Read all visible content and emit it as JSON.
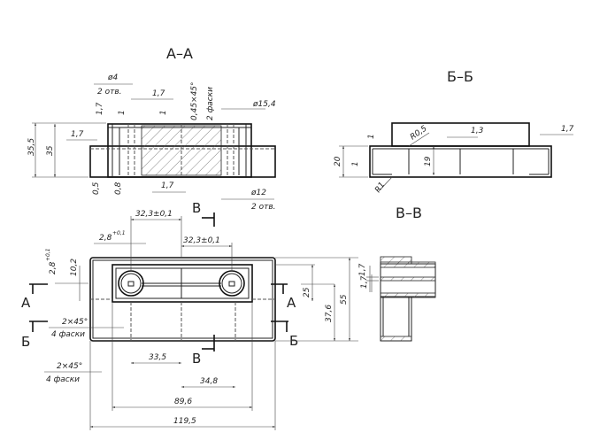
{
  "views": {
    "aa": {
      "title": "А–А",
      "dims": {
        "d4": "ø4",
        "holes1": "2 отв.",
        "w17a": "1,7",
        "chamfer": "0,45×45°",
        "chamfer_count": "2 фаски",
        "d154": "ø15,4",
        "h17": "1,7",
        "t1a": "1",
        "t1b": "1",
        "w17b": "1,7",
        "h355": "35,5",
        "h35": "35",
        "t05": "0,5",
        "t08": "0,8",
        "w17c": "1,7",
        "d12": "ø12",
        "holes2": "2 отв."
      }
    },
    "bb": {
      "title": "Б–Б",
      "dims": {
        "t1a": "1",
        "r05": "R0,5",
        "w13": "1,3",
        "w17": "1,7",
        "h20": "20",
        "t1b": "1",
        "h19": "19",
        "r1": "R1"
      }
    },
    "vv": {
      "title": "В–В",
      "dims": {
        "h17": "1,7"
      }
    },
    "plan": {
      "section_marks": {
        "a": "А",
        "b": "Б",
        "v": "В"
      },
      "dims": {
        "p323a": "32,3±0,1",
        "p28a": "2,8",
        "p28a_tol": "+0,1",
        "p323b": "32,3±0,1",
        "p28b": "2,8",
        "p28b_tol": "+0,1",
        "h102": "10,2",
        "h25": "25",
        "h376": "37,6",
        "h55": "55",
        "h17": "1,7",
        "ch1": "2×45°",
        "ch1n": "4 фаски",
        "ch2": "2×45°",
        "ch2n": "4 фаски",
        "w335": "33,5",
        "w348": "34,8",
        "w896": "89,6",
        "w1195": "119,5"
      }
    }
  }
}
